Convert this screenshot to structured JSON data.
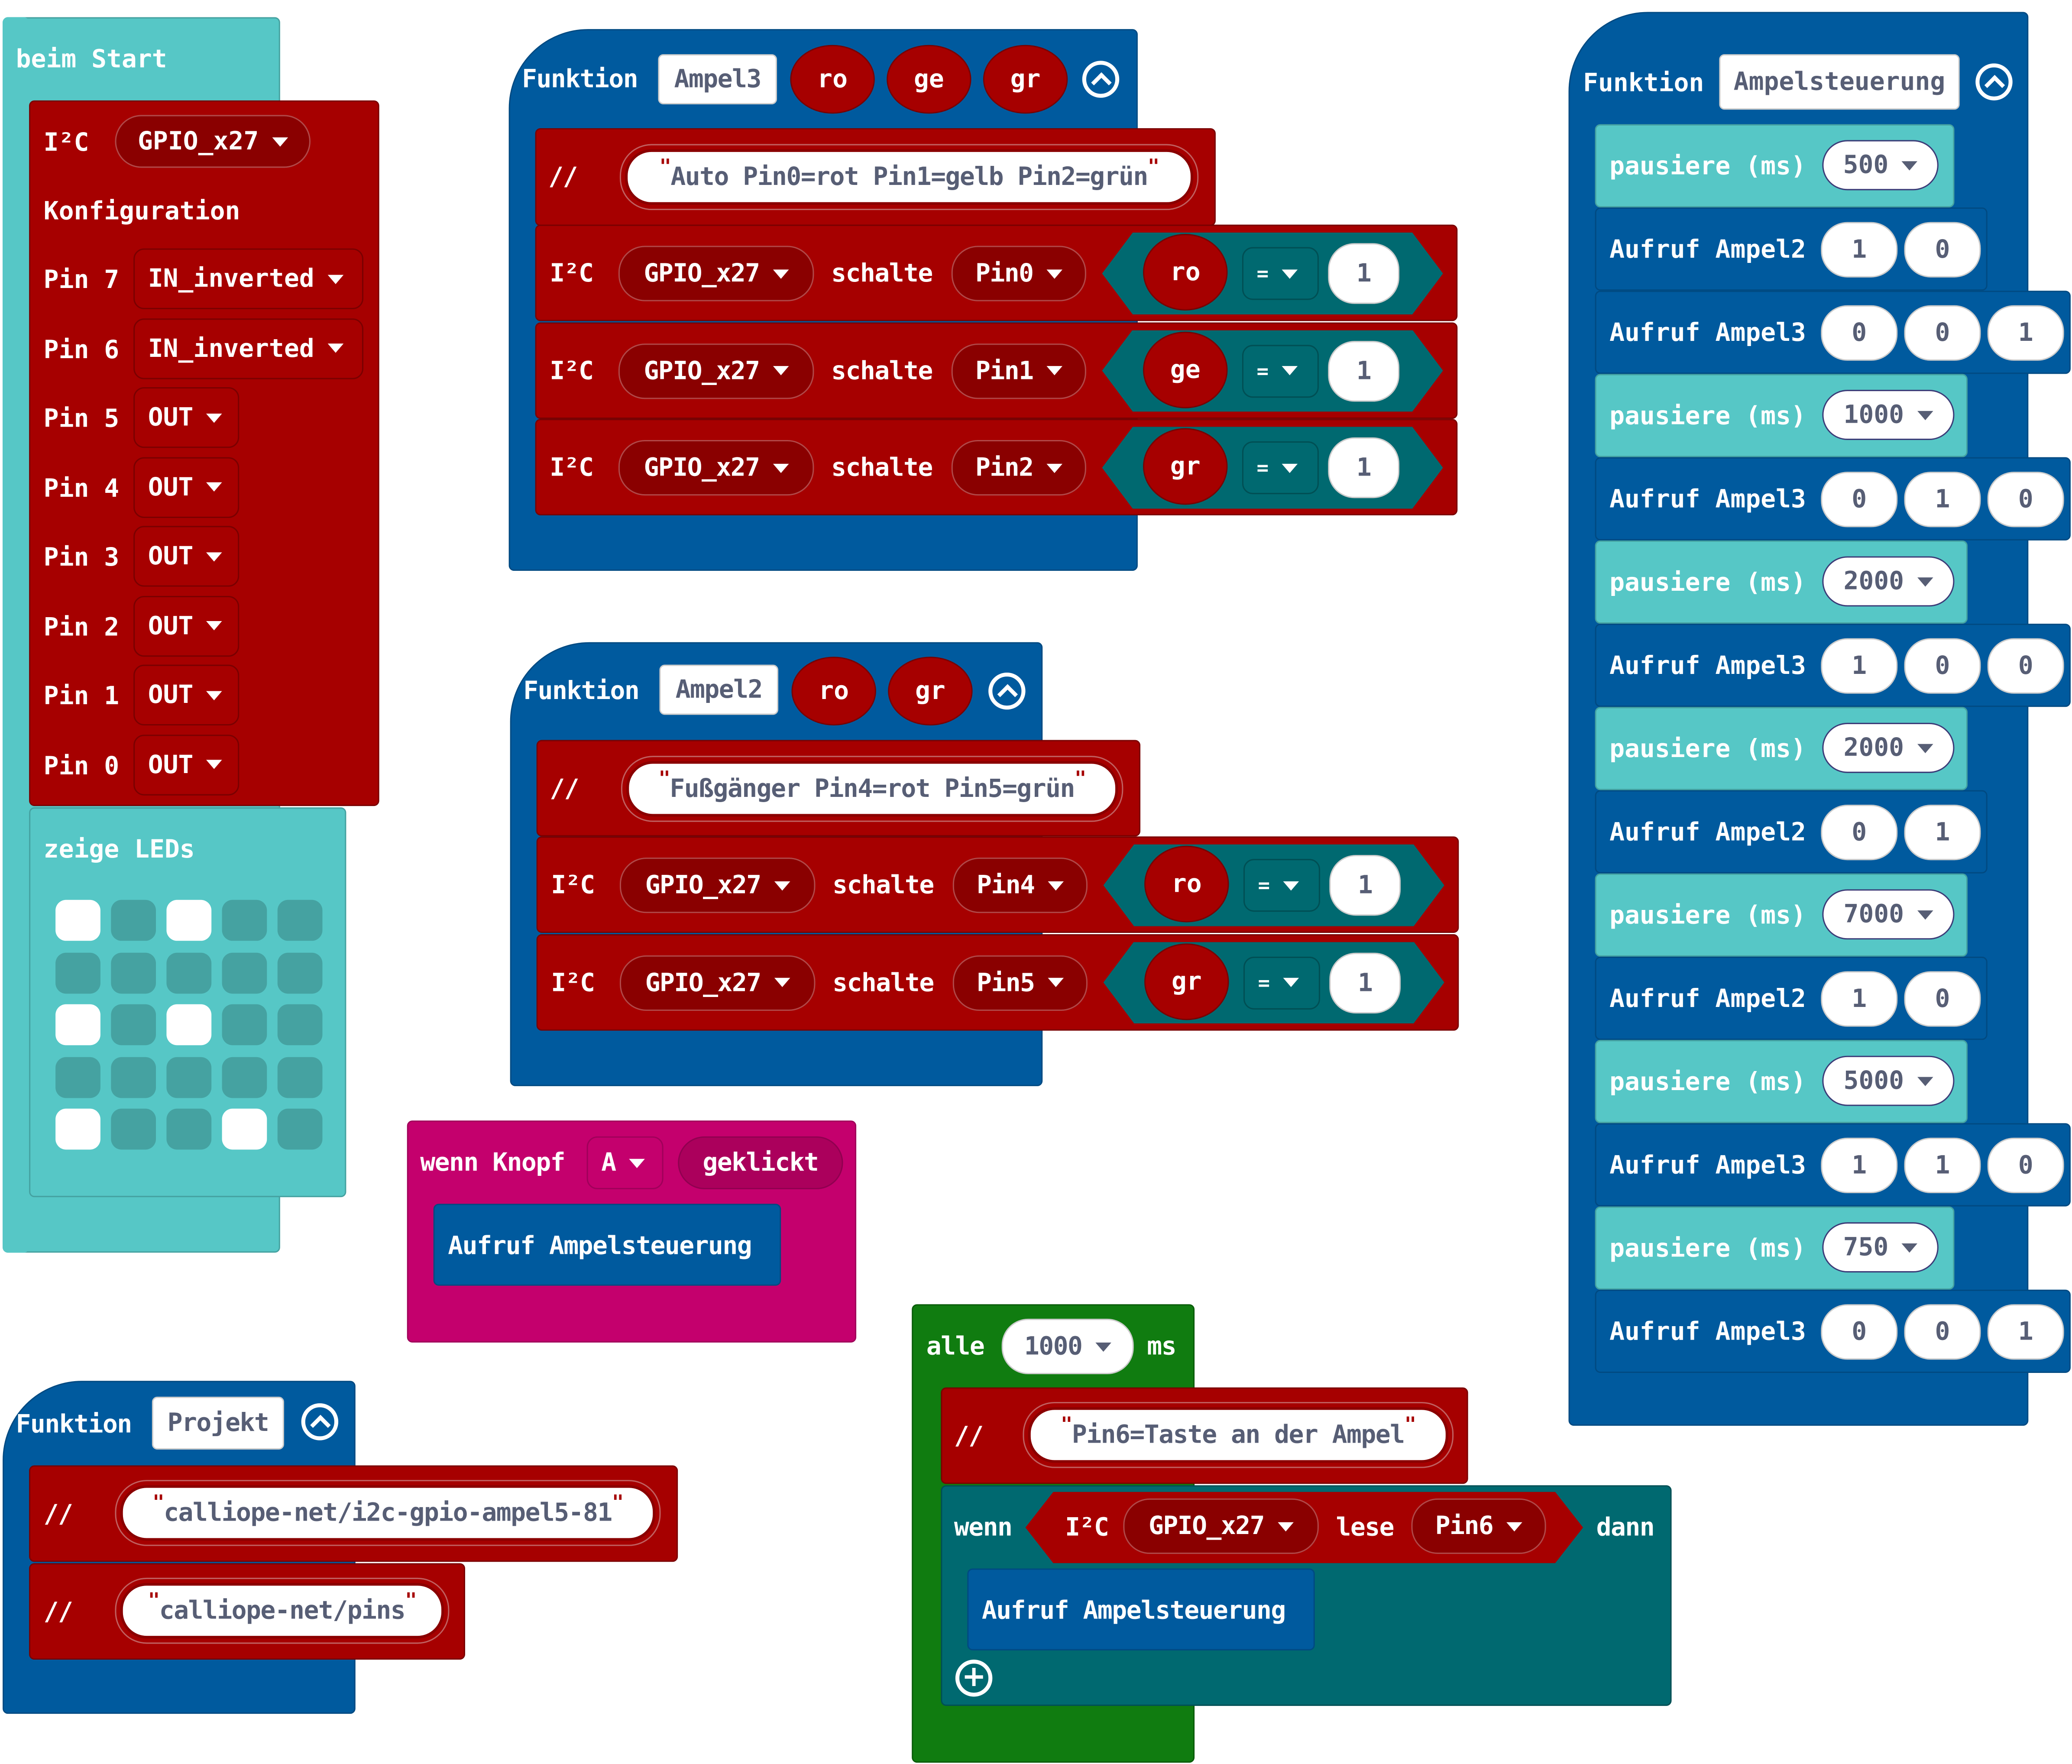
{
  "beim_start": {
    "title": "beim Start",
    "i2c_label": "I²C",
    "i2c_device": "GPIO_x27",
    "config_label": "Konfiguration",
    "pins": [
      {
        "label": "Pin 7",
        "mode": "IN_inverted"
      },
      {
        "label": "Pin 6",
        "mode": "IN_inverted"
      },
      {
        "label": "Pin 5",
        "mode": "OUT"
      },
      {
        "label": "Pin 4",
        "mode": "OUT"
      },
      {
        "label": "Pin 3",
        "mode": "OUT"
      },
      {
        "label": "Pin 2",
        "mode": "OUT"
      },
      {
        "label": "Pin 1",
        "mode": "OUT"
      },
      {
        "label": "Pin 0",
        "mode": "OUT"
      }
    ],
    "show_leds_label": "zeige LEDs",
    "leds": [
      [
        1,
        0,
        1,
        0,
        0
      ],
      [
        0,
        0,
        0,
        0,
        0
      ],
      [
        1,
        0,
        1,
        0,
        0
      ],
      [
        0,
        0,
        0,
        0,
        0
      ],
      [
        1,
        0,
        0,
        1,
        0
      ]
    ]
  },
  "ampel3": {
    "keyword": "Funktion",
    "name": "Ampel3",
    "params": [
      "ro",
      "ge",
      "gr"
    ],
    "comment_marker": "//",
    "comment": "Auto Pin0=rot Pin1=gelb Pin2=grün",
    "rows": [
      {
        "i2c": "I²C",
        "device": "GPIO_x27",
        "verb": "schalte",
        "pin": "Pin0",
        "var": "ro",
        "op": "=",
        "value": "1"
      },
      {
        "i2c": "I²C",
        "device": "GPIO_x27",
        "verb": "schalte",
        "pin": "Pin1",
        "var": "ge",
        "op": "=",
        "value": "1"
      },
      {
        "i2c": "I²C",
        "device": "GPIO_x27",
        "verb": "schalte",
        "pin": "Pin2",
        "var": "gr",
        "op": "=",
        "value": "1"
      }
    ]
  },
  "ampel2": {
    "keyword": "Funktion",
    "name": "Ampel2",
    "params": [
      "ro",
      "gr"
    ],
    "comment_marker": "//",
    "comment": "Fußgänger Pin4=rot Pin5=grün",
    "rows": [
      {
        "i2c": "I²C",
        "device": "GPIO_x27",
        "verb": "schalte",
        "pin": "Pin4",
        "var": "ro",
        "op": "=",
        "value": "1"
      },
      {
        "i2c": "I²C",
        "device": "GPIO_x27",
        "verb": "schalte",
        "pin": "Pin5",
        "var": "gr",
        "op": "=",
        "value": "1"
      }
    ]
  },
  "button_event": {
    "prefix": "wenn Knopf",
    "button": "A",
    "event": "geklickt",
    "call": "Aufruf Ampelsteuerung"
  },
  "projekt": {
    "keyword": "Funktion",
    "name": "Projekt",
    "comment_marker": "//",
    "comments": [
      "calliope-net/i2c-gpio-ampel5-81",
      "calliope-net/pins"
    ]
  },
  "loop": {
    "prefix": "alle",
    "interval": "1000",
    "unit": "ms",
    "comment_marker": "//",
    "comment": "Pin6=Taste an der Ampel",
    "if_label": "wenn",
    "i2c": "I²C",
    "device": "GPIO_x27",
    "read_verb": "lese",
    "pin": "Pin6",
    "then_label": "dann",
    "call": "Aufruf Ampelsteuerung"
  },
  "ampelsteuerung": {
    "keyword": "Funktion",
    "name": "Ampelsteuerung",
    "steps": [
      {
        "type": "pause",
        "label": "pausiere (ms)",
        "value": "500"
      },
      {
        "type": "call",
        "label": "Aufruf Ampel2",
        "args": [
          "1",
          "0"
        ]
      },
      {
        "type": "call",
        "label": "Aufruf Ampel3",
        "args": [
          "0",
          "0",
          "1"
        ]
      },
      {
        "type": "pause",
        "label": "pausiere (ms)",
        "value": "1000"
      },
      {
        "type": "call",
        "label": "Aufruf Ampel3",
        "args": [
          "0",
          "1",
          "0"
        ]
      },
      {
        "type": "pause",
        "label": "pausiere (ms)",
        "value": "2000"
      },
      {
        "type": "call",
        "label": "Aufruf Ampel3",
        "args": [
          "1",
          "0",
          "0"
        ]
      },
      {
        "type": "pause",
        "label": "pausiere (ms)",
        "value": "2000"
      },
      {
        "type": "call",
        "label": "Aufruf Ampel2",
        "args": [
          "0",
          "1"
        ]
      },
      {
        "type": "pause",
        "label": "pausiere (ms)",
        "value": "7000"
      },
      {
        "type": "call",
        "label": "Aufruf Ampel2",
        "args": [
          "1",
          "0"
        ]
      },
      {
        "type": "pause",
        "label": "pausiere (ms)",
        "value": "5000"
      },
      {
        "type": "call",
        "label": "Aufruf Ampel3",
        "args": [
          "1",
          "1",
          "0"
        ]
      },
      {
        "type": "pause",
        "label": "pausiere (ms)",
        "value": "750"
      },
      {
        "type": "call",
        "label": "Aufruf Ampel3",
        "args": [
          "0",
          "0",
          "1"
        ]
      }
    ]
  },
  "colors": {
    "basic": "#56c7c6",
    "functions": "#005a9e",
    "i2c": "#a60000",
    "input": "#c4006d",
    "loops": "#107c10",
    "logic": "#006970"
  }
}
